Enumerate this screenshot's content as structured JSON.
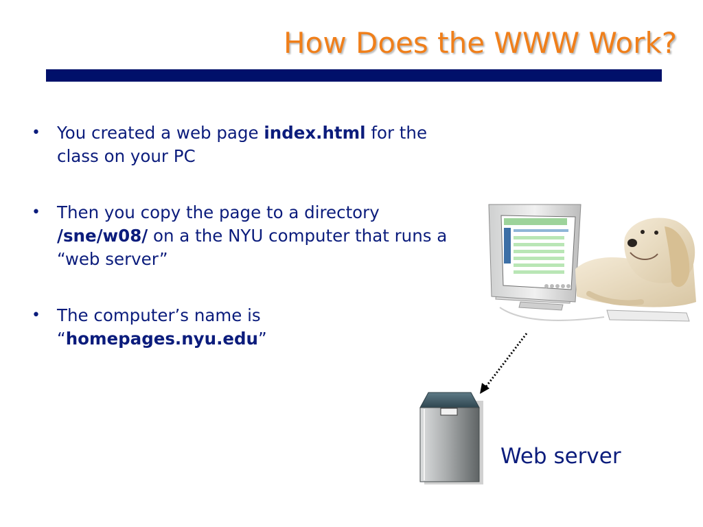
{
  "slide": {
    "title": "How Does the WWW Work?"
  },
  "bullets": [
    {
      "b1a": "You created a web page ",
      "b1b": "index.html",
      "b1c": " for the class on your PC"
    },
    {
      "b2a": "Then you copy the page to a directory ",
      "b2b": "/sne/w08/",
      "b2c": " on a the NYU computer that runs a “web server”"
    },
    {
      "b3a": "The computer’s name is “",
      "b3b": "homepages.nyu.edu",
      "b3c": "”"
    }
  ],
  "illustration": {
    "server_label": "Web server",
    "computer_icon": "desktop-computer-icon",
    "dog_icon": "dog-icon",
    "server_icon": "server-tower-icon"
  },
  "colors": {
    "title": "#f07f1a",
    "rule": "#00106a",
    "text": "#0b1c7c"
  }
}
